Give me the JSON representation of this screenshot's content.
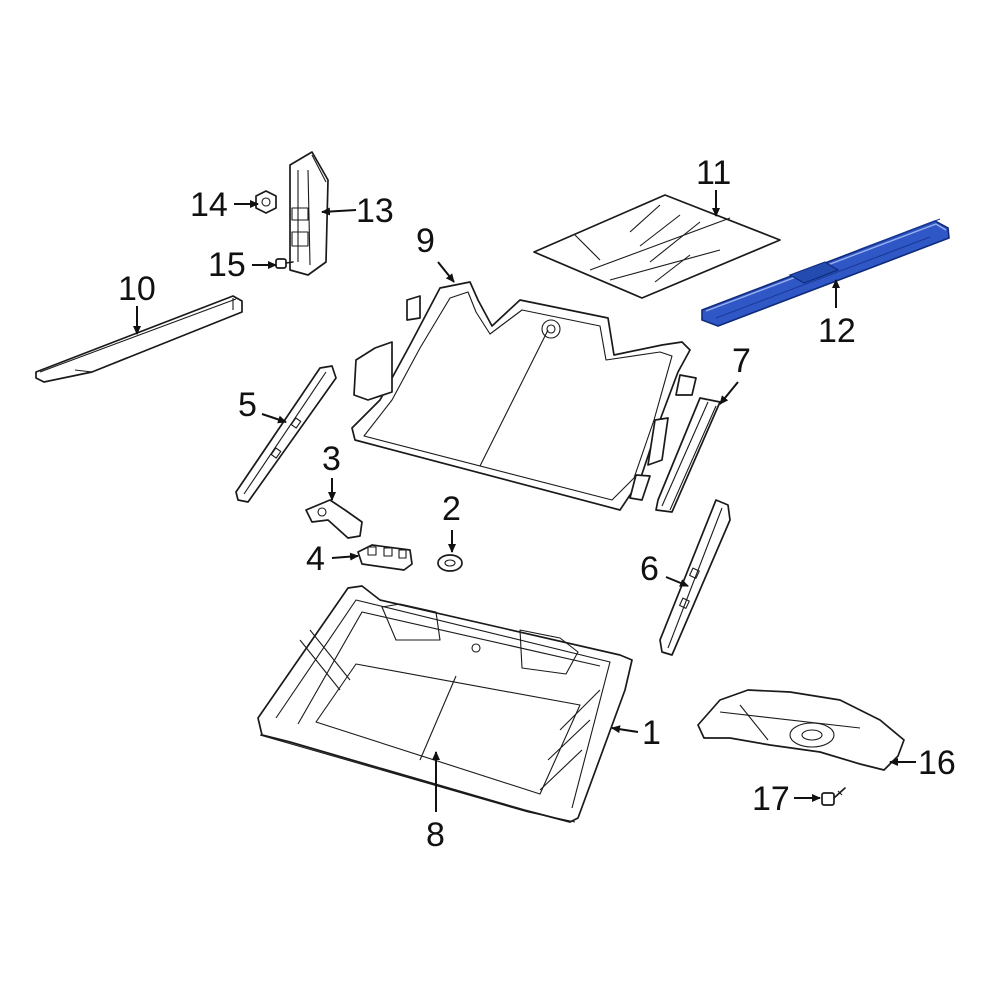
{
  "diagram": {
    "highlight_color": "#2f58c6",
    "highlighted_part": "12",
    "callouts": [
      {
        "id": "c1",
        "label": "1"
      },
      {
        "id": "c2",
        "label": "2"
      },
      {
        "id": "c3",
        "label": "3"
      },
      {
        "id": "c4",
        "label": "4"
      },
      {
        "id": "c5",
        "label": "5"
      },
      {
        "id": "c6",
        "label": "6"
      },
      {
        "id": "c7",
        "label": "7"
      },
      {
        "id": "c8",
        "label": "8"
      },
      {
        "id": "c9",
        "label": "9"
      },
      {
        "id": "c10",
        "label": "10"
      },
      {
        "id": "c11",
        "label": "11"
      },
      {
        "id": "c12",
        "label": "12"
      },
      {
        "id": "c13",
        "label": "13"
      },
      {
        "id": "c14",
        "label": "14"
      },
      {
        "id": "c15",
        "label": "15"
      },
      {
        "id": "c16",
        "label": "16"
      },
      {
        "id": "c17",
        "label": "17"
      }
    ]
  }
}
